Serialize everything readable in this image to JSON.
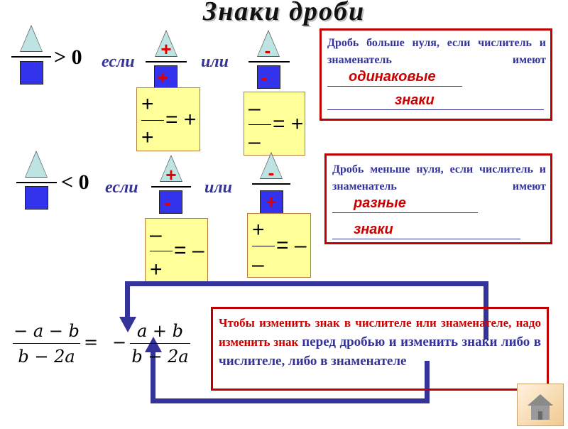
{
  "title": "Знаки дроби",
  "row1": {
    "relation": "> 0",
    "if": "если",
    "or": "или",
    "frac1": {
      "num": "+",
      "den": "+"
    },
    "frac2": {
      "num": "-",
      "den": "-"
    },
    "rule1": {
      "num": "+",
      "den": "+",
      "result": "= +"
    },
    "rule2": {
      "num": "–",
      "den": "–",
      "result": "= +"
    }
  },
  "row2": {
    "relation": "< 0",
    "if": "если",
    "or": "или",
    "frac1": {
      "num": "+",
      "den": "-"
    },
    "frac2": {
      "num": "-",
      "den": "+"
    },
    "rule1": {
      "num": "–",
      "den": "+",
      "result": "= –"
    },
    "rule2": {
      "num": "+",
      "den": "–",
      "result": "= –"
    }
  },
  "box1": {
    "text": "Дробь больше нуля, если числитель и знаменатель имеют",
    "answer1": "одинаковые",
    "answer2": "знаки"
  },
  "box2": {
    "text": "Дробь меньше нуля, если числитель и знаменатель имеют",
    "answer1": "разные",
    "answer2": "знаки"
  },
  "formula": {
    "lhs_num": "− a − b",
    "lhs_den": "b − 2a",
    "eq": "=",
    "minus": "−",
    "rhs_num": "a + b",
    "rhs_den": "b − 2a"
  },
  "box3": {
    "red": "Чтобы изменить знак в числителе или знаменателе, надо изменить знак",
    "blue": "перед дробью и изменить знаки либо в числителе, либо в знаменателе"
  },
  "colors": {
    "red": "#cc0000",
    "blue": "#333399",
    "yellow": "#ffff99"
  },
  "home_icon": "house-icon"
}
